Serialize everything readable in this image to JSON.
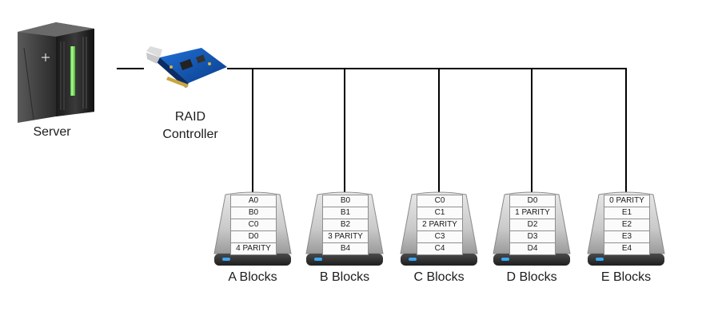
{
  "nodes": {
    "server_label": "Server",
    "controller_label_line1": "RAID",
    "controller_label_line2": "Controller"
  },
  "drives": [
    {
      "label": "A Blocks",
      "blocks": [
        "A0",
        "B0",
        "C0",
        "D0",
        "4 PARITY"
      ]
    },
    {
      "label": "B Blocks",
      "blocks": [
        "B0",
        "B1",
        "B2",
        "3 PARITY",
        "B4"
      ]
    },
    {
      "label": "C Blocks",
      "blocks": [
        "C0",
        "C1",
        "2 PARITY",
        "C3",
        "C4"
      ]
    },
    {
      "label": "D Blocks",
      "blocks": [
        "D0",
        "1 PARITY",
        "D2",
        "D3",
        "D4"
      ]
    },
    {
      "label": "E Blocks",
      "blocks": [
        "0 PARITY",
        "E1",
        "E2",
        "E3",
        "E4"
      ]
    }
  ]
}
